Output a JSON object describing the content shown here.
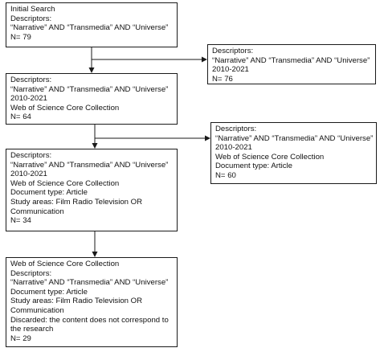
{
  "boxes": {
    "initial": {
      "lines": [
        "Initial Search",
        "Descriptors:",
        "“Narrative” AND “Transmedia” AND “Universe”",
        "N= 79"
      ]
    },
    "excluded_1": {
      "lines": [
        "Descriptors:",
        "“Narrative” AND “Transmedia” AND “Universe”",
        "2010-2021",
        "N= 76"
      ]
    },
    "filter_years": {
      "lines": [
        "Descriptors:",
        "“Narrative” AND “Transmedia” AND “Universe”",
        "2010-2021",
        "Web of Science Core Collection",
        "N= 64"
      ]
    },
    "excluded_2": {
      "lines": [
        "Descriptors:",
        "“Narrative” AND “Transmedia” AND “Universe”",
        "2010-2021",
        "Web of Science Core Collection",
        "Document type: Article",
        "N= 60"
      ]
    },
    "filter_areas": {
      "lines": [
        "Descriptors:",
        "“Narrative” AND “Transmedia” AND “Universe”",
        "2010-2021",
        "Web of Science Core Collection",
        "Document type: Article",
        "Study areas: Film Radio Television OR",
        "Communication",
        "N= 34"
      ]
    },
    "final": {
      "lines": [
        "Web of Science Core Collection",
        "Descriptors:",
        "“Narrative” AND “Transmedia” AND “Universe”",
        "Document type: Article",
        "Study areas: Film Radio Television OR",
        "Communication",
        "Discarded: the content does not correspond to",
        "the research",
        "N= 29"
      ]
    }
  },
  "colors": {
    "border": "#1a1a1a",
    "text": "#111111",
    "background": "#ffffff"
  }
}
